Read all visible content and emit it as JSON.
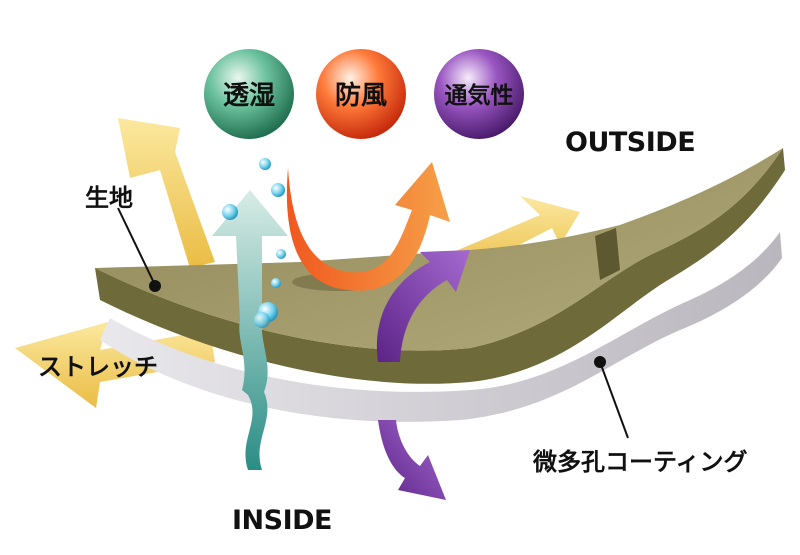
{
  "badges": [
    {
      "text": "透湿",
      "color": "#2f8f6c"
    },
    {
      "text": "防風",
      "color": "#e8401a"
    },
    {
      "text": "通気性",
      "color": "#6a2b8f"
    }
  ],
  "labels": {
    "outside": "OUTSIDE",
    "inside": "INSIDE",
    "fabric": "生地",
    "stretch": "ストレッチ",
    "coating": "微多孔コーティング"
  }
}
